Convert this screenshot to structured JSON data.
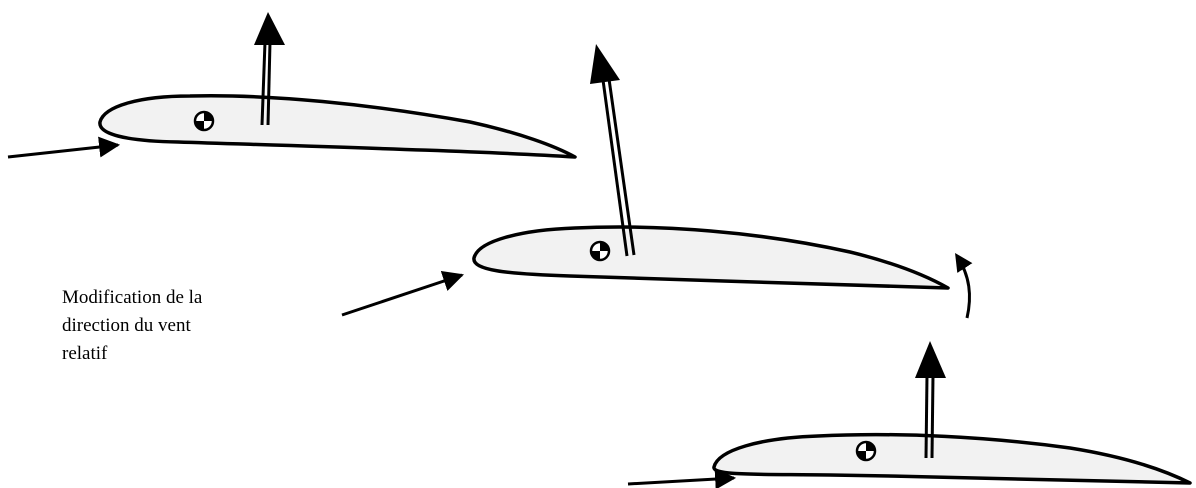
{
  "caption": {
    "lines": [
      "Modification de la",
      "direction du vent",
      "relatif"
    ]
  },
  "symbols": {
    "lift_arrow": "thick-double-shaft-arrow",
    "center_of_gravity": "quartered-circle-cg-symbol",
    "wind_arrow": "relative-wind-arrow",
    "rotation_arrow": "curved-pitch-up-arrow"
  },
  "colors": {
    "airfoil_fill": "#f2f2f2",
    "line": "#000000"
  }
}
